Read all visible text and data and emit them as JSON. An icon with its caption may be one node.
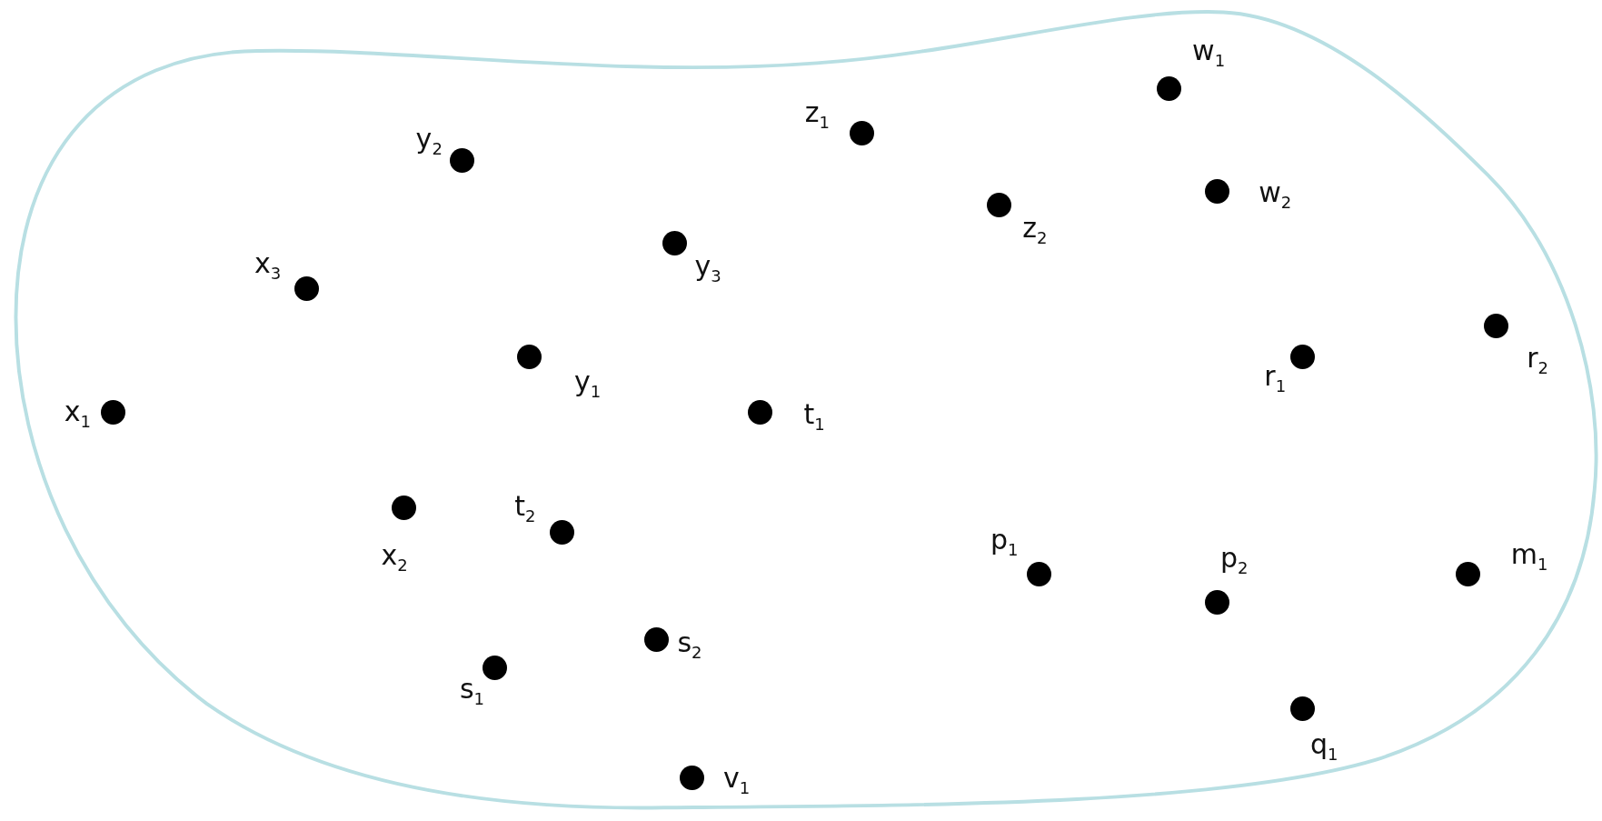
{
  "diagram": {
    "nodes": [
      {
        "text": [],
        "shape": "blob"
      },
      {
        "text": [],
        "shape": "circle",
        "in": 0,
        "beside": [
          "w$_{1}$"
        ]
      },
      {
        "text": [],
        "shape": "circle",
        "in": 0,
        "beside": [
          "z$_{1}$"
        ]
      },
      {
        "text": [],
        "shape": "circle",
        "in": 0,
        "beside": [
          "y$_{2}$"
        ]
      },
      {
        "text": [],
        "shape": "circle",
        "in": 0,
        "beside": [
          "w$_{2}$"
        ]
      },
      {
        "text": [],
        "shape": "circle",
        "in": 0,
        "beside": [
          "z$_{2}$"
        ]
      },
      {
        "text": [],
        "shape": "circle",
        "in": 0,
        "beside": [
          "y$_{3}$"
        ]
      },
      {
        "text": [],
        "shape": "circle",
        "in": 0,
        "beside": [
          "x$_{3}$"
        ]
      },
      {
        "text": [],
        "shape": "circle",
        "in": 0,
        "beside": [
          "r$_{2}$"
        ]
      },
      {
        "text": [],
        "shape": "circle",
        "in": 0,
        "beside": [
          "y$_{1}$"
        ]
      },
      {
        "text": [],
        "shape": "circle",
        "in": 0,
        "beside": [
          "r$_{1}$"
        ]
      },
      {
        "text": [],
        "shape": "circle",
        "in": 0,
        "beside": [
          "x$_{1}$"
        ]
      },
      {
        "text": [],
        "shape": "circle",
        "in": 0,
        "beside": [
          "t$_{1}$"
        ]
      },
      {
        "text": [],
        "shape": "circle",
        "in": 0,
        "beside": [
          "x$_{2}$"
        ]
      },
      {
        "text": [],
        "shape": "circle",
        "in": 0,
        "beside": [
          "t$_{2}$"
        ]
      },
      {
        "text": [],
        "shape": "circle",
        "in": 0,
        "beside": [
          "p$_{1}$"
        ]
      },
      {
        "text": [],
        "shape": "circle",
        "in": 0,
        "beside": [
          "m$_{1}$"
        ]
      },
      {
        "text": [],
        "shape": "circle",
        "in": 0,
        "beside": [
          "p$_{2}$"
        ]
      },
      {
        "text": [],
        "shape": "circle",
        "in": 0,
        "beside": [
          "s$_{2}$"
        ]
      },
      {
        "text": [],
        "shape": "circle",
        "in": 0,
        "beside": [
          "s$_{1}$"
        ]
      },
      {
        "text": [],
        "shape": "circle",
        "in": 0,
        "beside": [
          "q$_{1}$"
        ]
      },
      {
        "text": [],
        "shape": "circle",
        "in": 0,
        "beside": [
          "v$_{1}$"
        ]
      }
    ]
  }
}
